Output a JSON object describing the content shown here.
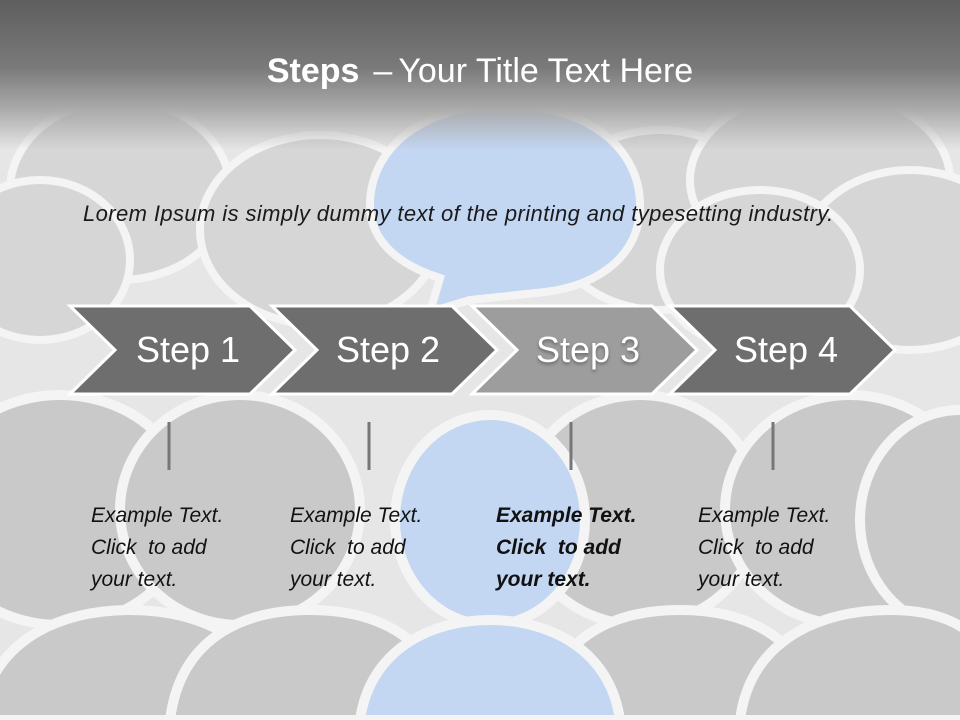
{
  "title": {
    "bold": "Steps",
    "separator": "–",
    "rest": "Your Title Text Here"
  },
  "intro": "Lorem Ipsum is simply dummy text of the printing and typesetting industry.",
  "steps": [
    {
      "label": "Step 1",
      "lines": [
        "Example Text.",
        "Click  to add",
        "your text."
      ]
    },
    {
      "label": "Step 2",
      "lines": [
        "Example Text.",
        "Click  to add",
        "your text."
      ]
    },
    {
      "label": "Step 3",
      "lines": [
        "Example Text.",
        "Click  to add",
        "your text."
      ]
    },
    {
      "label": "Step 4",
      "lines": [
        "Example Text.",
        "Click  to add",
        "your text."
      ]
    }
  ],
  "colors": {
    "arrow_dark": "#6e6e6e",
    "arrow_active": "#9d9d9d",
    "arrow_outline": "#ffffff",
    "bubble_gray": "#c9c9c9",
    "bubble_light": "#d8d8d8",
    "highlight_blue": "#c3d6f2"
  }
}
